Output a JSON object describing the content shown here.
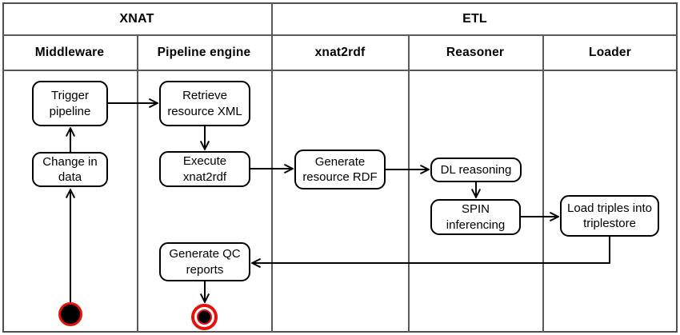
{
  "diagram": {
    "type": "uml-activity-swimlane",
    "group_headers": [
      {
        "label": "XNAT",
        "spans_lanes": [
          "Middleware",
          "Pipeline engine"
        ]
      },
      {
        "label": "ETL",
        "spans_lanes": [
          "xnat2rdf",
          "Reasoner",
          "Loader"
        ]
      }
    ],
    "lanes": [
      {
        "label": "Middleware"
      },
      {
        "label": "Pipeline engine"
      },
      {
        "label": "xnat2rdf"
      },
      {
        "label": "Reasoner"
      },
      {
        "label": "Loader"
      }
    ],
    "nodes": {
      "trigger_pipeline": {
        "label": "Trigger\npipeline",
        "lane": "Middleware"
      },
      "change_in_data": {
        "label": "Change in\ndata",
        "lane": "Middleware"
      },
      "retrieve_resource_xml": {
        "label": "Retrieve\nresource XML",
        "lane": "Pipeline engine"
      },
      "execute_xnat2rdf": {
        "label": "Execute\nxnat2rdf",
        "lane": "Pipeline engine"
      },
      "generate_qc_reports": {
        "label": "Generate QC\nreports",
        "lane": "Pipeline engine"
      },
      "generate_resource_rdf": {
        "label": "Generate\nresource RDF",
        "lane": "xnat2rdf"
      },
      "dl_reasoning": {
        "label": "DL reasoning",
        "lane": "Reasoner"
      },
      "spin_inferencing": {
        "label": "SPIN\ninferencing",
        "lane": "Reasoner"
      },
      "load_triples": {
        "label": "Load triples into\ntriplestore",
        "lane": "Loader"
      }
    },
    "control_nodes": {
      "initial": {
        "shape": "filled-circle",
        "lane": "Middleware"
      },
      "final": {
        "shape": "bullseye-circle",
        "lane": "Pipeline engine"
      }
    },
    "flows": [
      {
        "from": "initial",
        "to": "change_in_data"
      },
      {
        "from": "change_in_data",
        "to": "trigger_pipeline"
      },
      {
        "from": "trigger_pipeline",
        "to": "retrieve_resource_xml"
      },
      {
        "from": "retrieve_resource_xml",
        "to": "execute_xnat2rdf"
      },
      {
        "from": "execute_xnat2rdf",
        "to": "generate_resource_rdf"
      },
      {
        "from": "generate_resource_rdf",
        "to": "dl_reasoning"
      },
      {
        "from": "dl_reasoning",
        "to": "spin_inferencing"
      },
      {
        "from": "spin_inferencing",
        "to": "load_triples"
      },
      {
        "from": "load_triples",
        "to": "generate_qc_reports"
      },
      {
        "from": "generate_qc_reports",
        "to": "final"
      }
    ],
    "colors": {
      "node_border": "#000000",
      "lane_border": "#5a5a5a",
      "accent_red": "#e8100c",
      "background": "#ffffff"
    }
  }
}
